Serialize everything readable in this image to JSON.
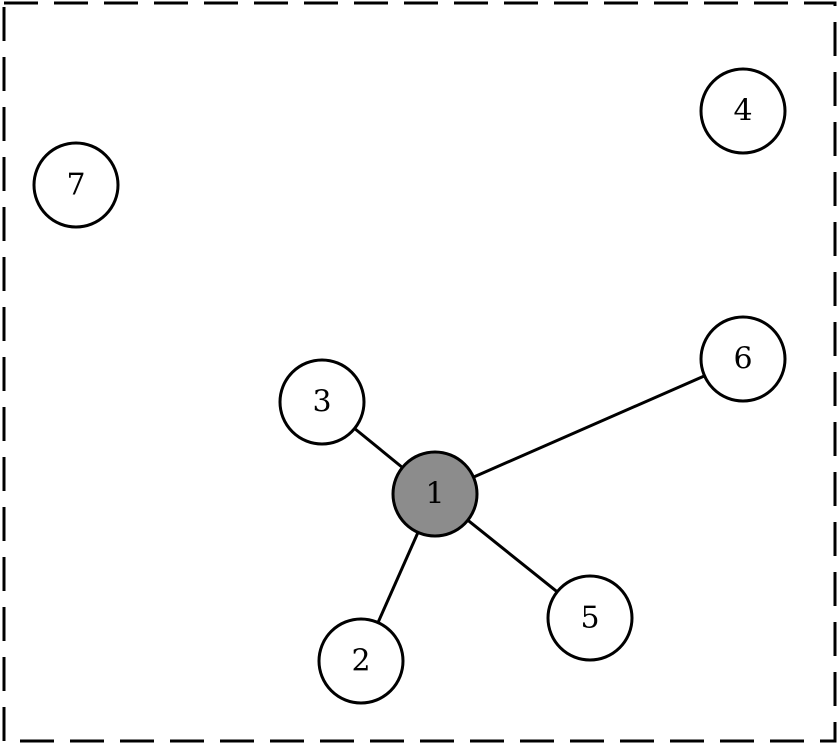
{
  "diagram": {
    "center_node": "1",
    "nodes": [
      {
        "id": "1",
        "label": "1",
        "highlighted": true
      },
      {
        "id": "2",
        "label": "2",
        "highlighted": false
      },
      {
        "id": "3",
        "label": "3",
        "highlighted": false
      },
      {
        "id": "4",
        "label": "4",
        "highlighted": false
      },
      {
        "id": "5",
        "label": "5",
        "highlighted": false
      },
      {
        "id": "6",
        "label": "6",
        "highlighted": false
      },
      {
        "id": "7",
        "label": "7",
        "highlighted": false
      }
    ],
    "edges": [
      {
        "from": "1",
        "to": "3"
      },
      {
        "from": "1",
        "to": "6"
      },
      {
        "from": "1",
        "to": "2"
      },
      {
        "from": "1",
        "to": "5"
      }
    ],
    "boundary": "dashed-rectangle"
  },
  "colors": {
    "highlight_fill": "#8c8c8c",
    "node_fill": "#ffffff",
    "stroke": "#000000"
  }
}
